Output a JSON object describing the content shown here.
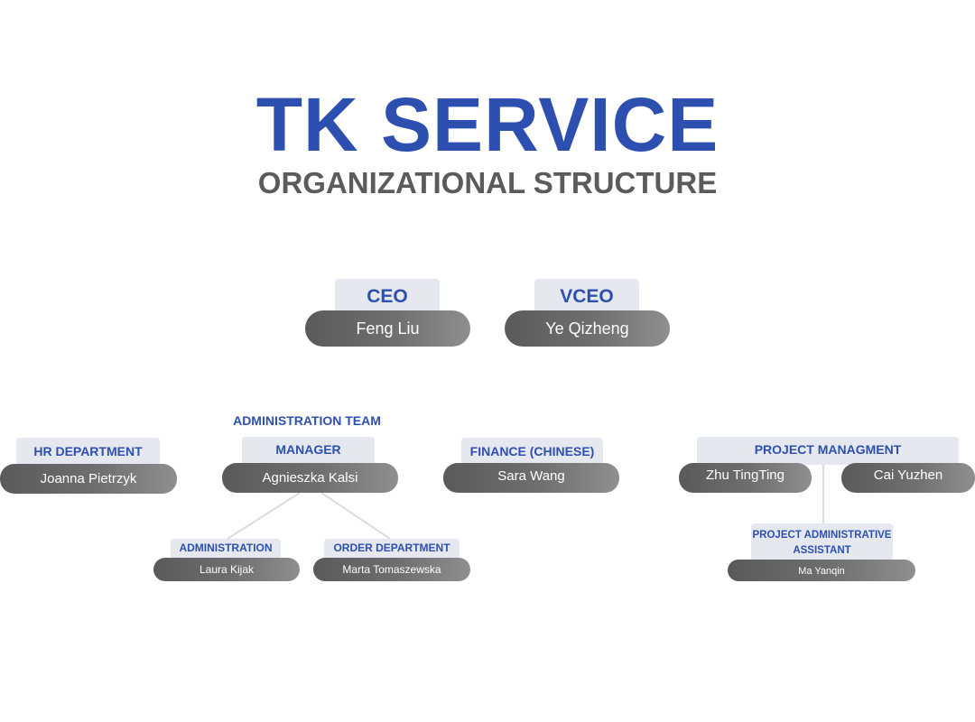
{
  "header": {
    "title": "TK SERVICE",
    "subtitle": "ORGANIZATIONAL STRUCTURE"
  },
  "executives": {
    "ceo": {
      "role": "CEO",
      "name": "Feng Liu"
    },
    "vceo": {
      "role": "VCEO",
      "name": "Ye Qizheng"
    }
  },
  "hr": {
    "role": "HR DEPARTMENT",
    "name": "Joanna Pietrzyk"
  },
  "admin_team": {
    "label": "ADMINISTRATION TEAM",
    "manager": {
      "role": "MANAGER",
      "name": "Agnieszka Kalsi"
    },
    "administration": {
      "role": "ADMINISTRATION",
      "name": "Laura Kijak"
    },
    "order": {
      "role": "ORDER DEPARTMENT",
      "name": "Marta Tomaszewska"
    }
  },
  "finance": {
    "role": "FINANCE (CHINESE)",
    "name": "Sara Wang"
  },
  "project": {
    "role": "PROJECT MANAGMENT",
    "member1": "Zhu TingTing",
    "member2": "Cai Yuzhen",
    "assistant": {
      "role": "PROJECT ADMINISTRATIVE ASSISTANT",
      "name": "Ma Yanqin"
    }
  },
  "colors": {
    "accent": "#2d4fb0",
    "tab_bg": "#e6e8ef",
    "pill_dark": "#5a5a5a",
    "pill_light": "#8f8f8f",
    "subtitle": "#5b5b5b"
  }
}
